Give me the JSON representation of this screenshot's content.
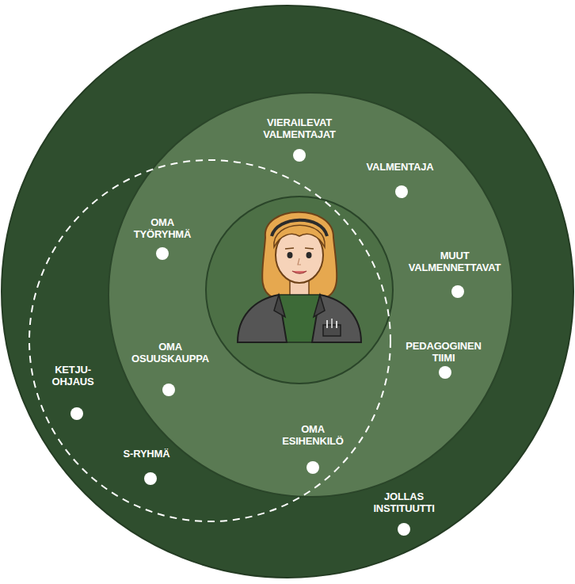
{
  "diagram": {
    "nodes": [
      {
        "text": [
          "VIERAILEVAT VALMENTAJAT"
        ]
      },
      {
        "text": [
          "VALMENTAJA"
        ]
      },
      {
        "text": [
          "OMA TYÖRYHMÄ"
        ]
      },
      {
        "text": [
          "MUUT VALMENNETTAVAT"
        ]
      },
      {
        "text": [
          "OMA OSUUSKAUPPA"
        ]
      },
      {
        "text": [
          "PEDAGOGINEN TIIMI"
        ]
      },
      {
        "text": [
          "KETJU- OHJAUS"
        ]
      },
      {
        "text": [
          "OMA ESIHENKILÖ"
        ]
      },
      {
        "text": [
          "S-RYHMÄ"
        ]
      },
      {
        "text": [
          "JOLLAS INSTITUUTTI"
        ]
      }
    ]
  }
}
